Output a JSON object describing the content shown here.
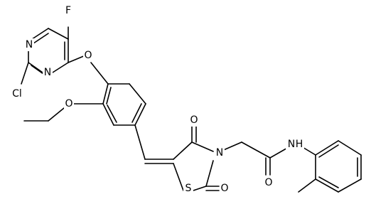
{
  "molecule": {
    "atoms": {
      "F": "F",
      "Cl": "Cl",
      "N_pyr_top": "N",
      "N_pyr_mid": "N",
      "O_ether": "O",
      "O_ethoxy": "O",
      "O_c4": "O",
      "O_c2": "O",
      "O_amide": "O",
      "N_ring": "N",
      "S_ring": "S",
      "NH": "N",
      "H": "H"
    }
  }
}
